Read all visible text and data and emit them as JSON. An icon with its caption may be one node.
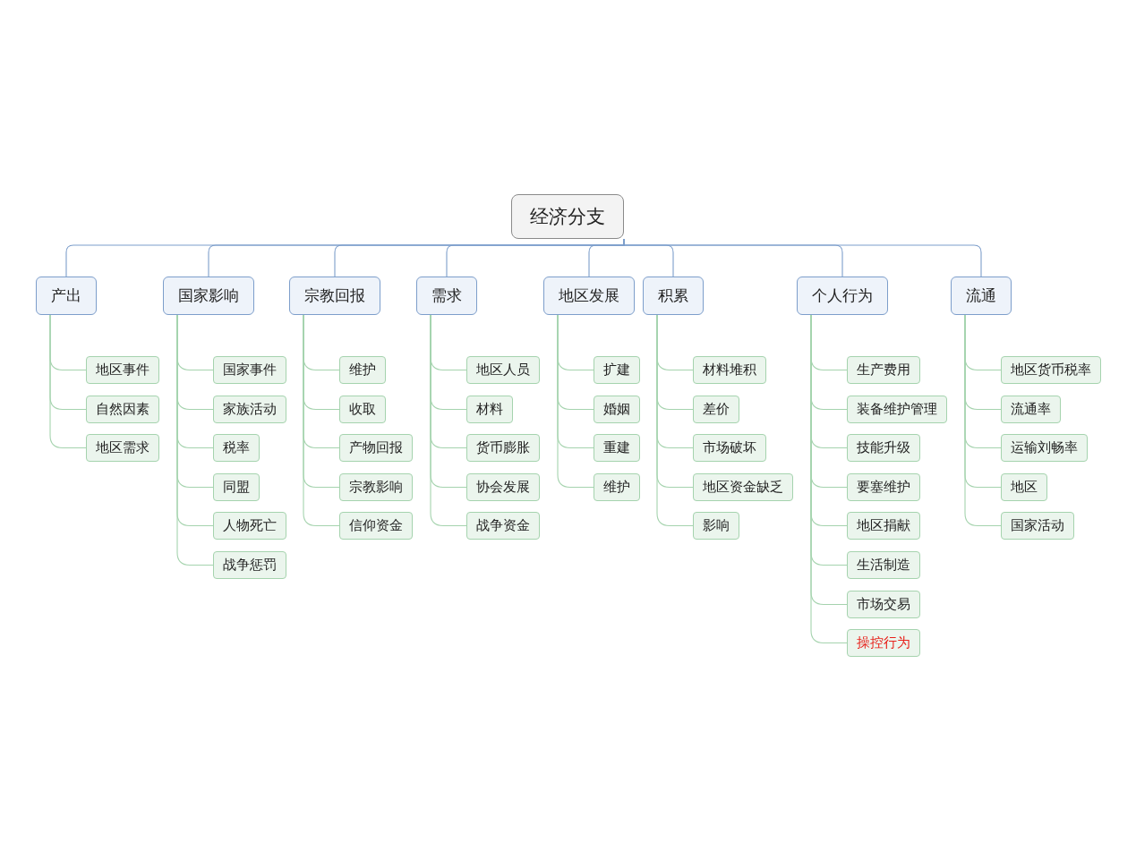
{
  "diagram": {
    "nodes": [
      {
        "text": [
          "经济分支"
        ]
      },
      {
        "text": [
          "产出"
        ]
      },
      {
        "text": [
          "地区事件"
        ]
      },
      {
        "text": [
          "自然因素"
        ]
      },
      {
        "text": [
          "地区需求"
        ]
      },
      {
        "text": [
          "国家影响"
        ]
      },
      {
        "text": [
          "国家事件"
        ]
      },
      {
        "text": [
          "家族活动"
        ]
      },
      {
        "text": [
          "税率"
        ]
      },
      {
        "text": [
          "同盟"
        ]
      },
      {
        "text": [
          "人物死亡"
        ]
      },
      {
        "text": [
          "战争惩罚"
        ]
      },
      {
        "text": [
          "宗教回报"
        ]
      },
      {
        "text": [
          "维护"
        ]
      },
      {
        "text": [
          "收取"
        ]
      },
      {
        "text": [
          "产物回报"
        ]
      },
      {
        "text": [
          "宗教影响"
        ]
      },
      {
        "text": [
          "信仰资金"
        ]
      },
      {
        "text": [
          "需求"
        ]
      },
      {
        "text": [
          "地区人员"
        ]
      },
      {
        "text": [
          "材料"
        ]
      },
      {
        "text": [
          "货币膨胀"
        ]
      },
      {
        "text": [
          "协会发展"
        ]
      },
      {
        "text": [
          "战争资金"
        ]
      },
      {
        "text": [
          "地区发展"
        ]
      },
      {
        "text": [
          "扩建"
        ]
      },
      {
        "text": [
          "婚姻"
        ]
      },
      {
        "text": [
          "重建"
        ]
      },
      {
        "text": [
          "维护"
        ]
      },
      {
        "text": [
          "积累"
        ]
      },
      {
        "text": [
          "材料堆积"
        ]
      },
      {
        "text": [
          "差价"
        ]
      },
      {
        "text": [
          "市场破坏"
        ]
      },
      {
        "text": [
          "地区资金缺乏"
        ]
      },
      {
        "text": [
          "影响"
        ]
      },
      {
        "text": [
          "个人行为"
        ]
      },
      {
        "text": [
          "生产费用"
        ]
      },
      {
        "text": [
          "装备维护管理"
        ]
      },
      {
        "text": [
          "技能升级"
        ]
      },
      {
        "text": [
          "要塞维护"
        ]
      },
      {
        "text": [
          "地区捐献"
        ]
      },
      {
        "text": [
          "生活制造"
        ]
      },
      {
        "text": [
          "市场交易"
        ]
      },
      {
        "text": [
          "操控行为"
        ]
      },
      {
        "text": [
          "流通"
        ]
      },
      {
        "text": [
          "地区货币税率"
        ]
      },
      {
        "text": [
          "流通率"
        ]
      },
      {
        "text": [
          "运输刘畅率"
        ]
      },
      {
        "text": [
          "地区"
        ]
      },
      {
        "text": [
          "国家活动"
        ]
      }
    ],
    "edges": [
      {
        "from": 0,
        "to": 1,
        "arrow": "none"
      },
      {
        "from": 0,
        "to": 5,
        "arrow": "none"
      },
      {
        "from": 0,
        "to": 12,
        "arrow": "none"
      },
      {
        "from": 0,
        "to": 18,
        "arrow": "none"
      },
      {
        "from": 0,
        "to": 24,
        "arrow": "none"
      },
      {
        "from": 0,
        "to": 29,
        "arrow": "none"
      },
      {
        "from": 0,
        "to": 35,
        "arrow": "none"
      },
      {
        "from": 0,
        "to": 44,
        "arrow": "none"
      },
      {
        "from": 1,
        "to": 2,
        "arrow": "none"
      },
      {
        "from": 1,
        "to": 3,
        "arrow": "none"
      },
      {
        "from": 1,
        "to": 4,
        "arrow": "none"
      },
      {
        "from": 5,
        "to": 6,
        "arrow": "none"
      },
      {
        "from": 5,
        "to": 7,
        "arrow": "none"
      },
      {
        "from": 5,
        "to": 8,
        "arrow": "none"
      },
      {
        "from": 5,
        "to": 9,
        "arrow": "none"
      },
      {
        "from": 5,
        "to": 10,
        "arrow": "none"
      },
      {
        "from": 5,
        "to": 11,
        "arrow": "none"
      },
      {
        "from": 12,
        "to": 13,
        "arrow": "none"
      },
      {
        "from": 12,
        "to": 14,
        "arrow": "none"
      },
      {
        "from": 12,
        "to": 15,
        "arrow": "none"
      },
      {
        "from": 12,
        "to": 16,
        "arrow": "none"
      },
      {
        "from": 12,
        "to": 17,
        "arrow": "none"
      },
      {
        "from": 18,
        "to": 19,
        "arrow": "none"
      },
      {
        "from": 18,
        "to": 20,
        "arrow": "none"
      },
      {
        "from": 18,
        "to": 21,
        "arrow": "none"
      },
      {
        "from": 18,
        "to": 22,
        "arrow": "none"
      },
      {
        "from": 18,
        "to": 23,
        "arrow": "none"
      },
      {
        "from": 24,
        "to": 25,
        "arrow": "none"
      },
      {
        "from": 24,
        "to": 26,
        "arrow": "none"
      },
      {
        "from": 24,
        "to": 27,
        "arrow": "none"
      },
      {
        "from": 24,
        "to": 28,
        "arrow": "none"
      },
      {
        "from": 29,
        "to": 30,
        "arrow": "none"
      },
      {
        "from": 29,
        "to": 31,
        "arrow": "none"
      },
      {
        "from": 29,
        "to": 32,
        "arrow": "none"
      },
      {
        "from": 29,
        "to": 33,
        "arrow": "none"
      },
      {
        "from": 29,
        "to": 34,
        "arrow": "none"
      },
      {
        "from": 35,
        "to": 36,
        "arrow": "none"
      },
      {
        "from": 35,
        "to": 37,
        "arrow": "none"
      },
      {
        "from": 35,
        "to": 38,
        "arrow": "none"
      },
      {
        "from": 35,
        "to": 39,
        "arrow": "none"
      },
      {
        "from": 35,
        "to": 40,
        "arrow": "none"
      },
      {
        "from": 35,
        "to": 41,
        "arrow": "none"
      },
      {
        "from": 35,
        "to": 42,
        "arrow": "none"
      },
      {
        "from": 35,
        "to": 43,
        "arrow": "none"
      },
      {
        "from": 44,
        "to": 45,
        "arrow": "none"
      },
      {
        "from": 44,
        "to": 46,
        "arrow": "none"
      },
      {
        "from": 44,
        "to": 47,
        "arrow": "none"
      },
      {
        "from": 44,
        "to": 48,
        "arrow": "none"
      },
      {
        "from": 44,
        "to": 49,
        "arrow": "none"
      }
    ]
  }
}
